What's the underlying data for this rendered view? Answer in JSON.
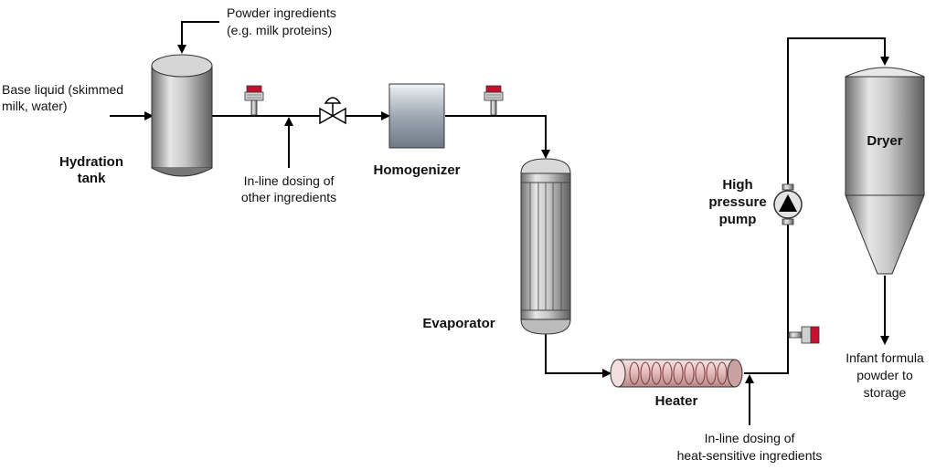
{
  "labels": {
    "powder_l1": "Powder ingredients",
    "powder_l2": "(e.g. milk proteins)",
    "base_l1": "Base liquid (skimmed",
    "base_l2": "milk, water)",
    "hydration_l1": "Hydration",
    "hydration_l2": "tank",
    "dosing1_l1": "In-line dosing of",
    "dosing1_l2": "other ingredients",
    "homogenizer": "Homogenizer",
    "evaporator": "Evaporator",
    "heater": "Heater",
    "dosing2_l1": "In-line dosing of",
    "dosing2_l2": "heat-sensitive ingredients",
    "pump_l1": "High",
    "pump_l2": "pressure",
    "pump_l3": "pump",
    "dryer": "Dryer",
    "out_l1": "Infant formula",
    "out_l2": "powder to",
    "out_l3": "storage"
  },
  "icons": [
    "tank-icon",
    "sensor-icon",
    "valve-icon",
    "homogenizer-icon",
    "evaporator-icon",
    "heater-icon",
    "pump-icon",
    "dryer-icon"
  ],
  "colors": {
    "sensor_cap": "#c8102e",
    "heater_tint": "#e8c0c0"
  }
}
